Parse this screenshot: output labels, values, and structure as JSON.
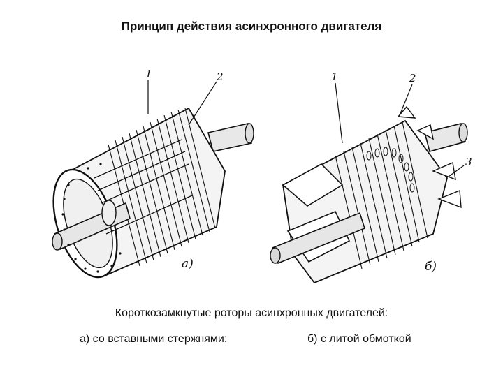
{
  "title": "Принцип действия асинхронного двигателя",
  "figure": {
    "callouts": {
      "a1": "1",
      "a2": "2",
      "b1": "1",
      "b2": "2",
      "b3": "3"
    },
    "panel_a_label": "а)",
    "panel_b_label": "б)"
  },
  "caption": "Короткозамкнутые роторы асинхронных двигателей:",
  "sub_captions": {
    "a": "а) со вставными стержнями;",
    "b": "б) с литой обмоткой"
  }
}
